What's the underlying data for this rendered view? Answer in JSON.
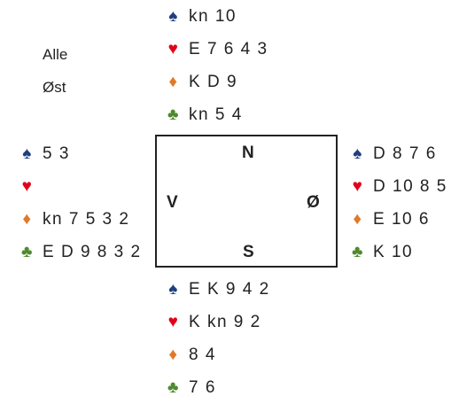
{
  "info": {
    "vulnerability": "Alle",
    "dealer": "Øst"
  },
  "directions": {
    "north": "N",
    "south": "S",
    "west": "V",
    "east": "Ø"
  },
  "suits": {
    "spade": "♠",
    "heart": "♥",
    "diamond": "♦",
    "club": "♣"
  },
  "colors": {
    "spade": "#1f3f7f",
    "heart": "#e0001a",
    "diamond": "#e0792a",
    "club": "#4e8a2e"
  },
  "hands": {
    "north": {
      "spades": "kn 10",
      "hearts": "E 7 6 4 3",
      "diamonds": "K D 9",
      "clubs": "kn 5 4"
    },
    "west": {
      "spades": "5 3",
      "hearts": "",
      "diamonds": "kn 7 5 3 2",
      "clubs": "E D 9 8 3 2"
    },
    "east": {
      "spades": "D 8 7 6",
      "hearts": "D 10 8 5",
      "diamonds": "E 10 6",
      "clubs": "K 10"
    },
    "south": {
      "spades": "E K 9 4 2",
      "hearts": "K kn 9 2",
      "diamonds": "8 4",
      "clubs": "7 6"
    }
  }
}
